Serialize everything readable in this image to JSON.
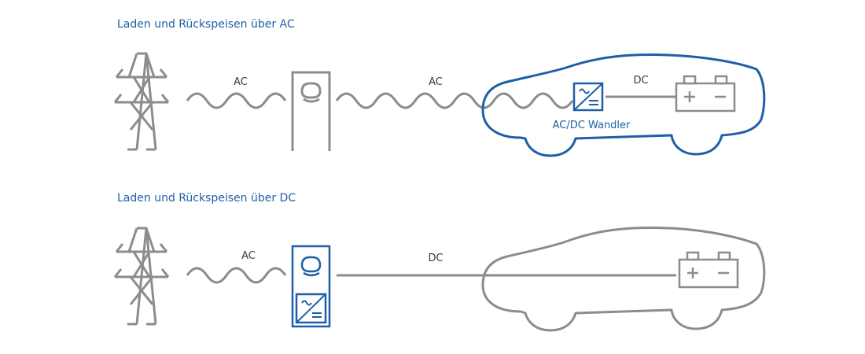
{
  "sections": [
    {
      "title": "Laden und Rückspeisen über AC",
      "labels": {
        "ac_grid": "AC",
        "ac_cable": "AC",
        "dc_car": "DC",
        "converter": "AC/DC Wandler"
      }
    },
    {
      "title": "Laden und Rückspeisen über DC",
      "labels": {
        "ac_grid": "AC",
        "dc_cable": "DC"
      }
    }
  ],
  "colors": {
    "gray": "#8c8c8c",
    "blue": "#1f5fa8"
  },
  "icons": [
    "power-pylon-icon",
    "charging-station-icon",
    "car-outline-icon",
    "battery-icon",
    "ac-dc-converter-icon"
  ]
}
